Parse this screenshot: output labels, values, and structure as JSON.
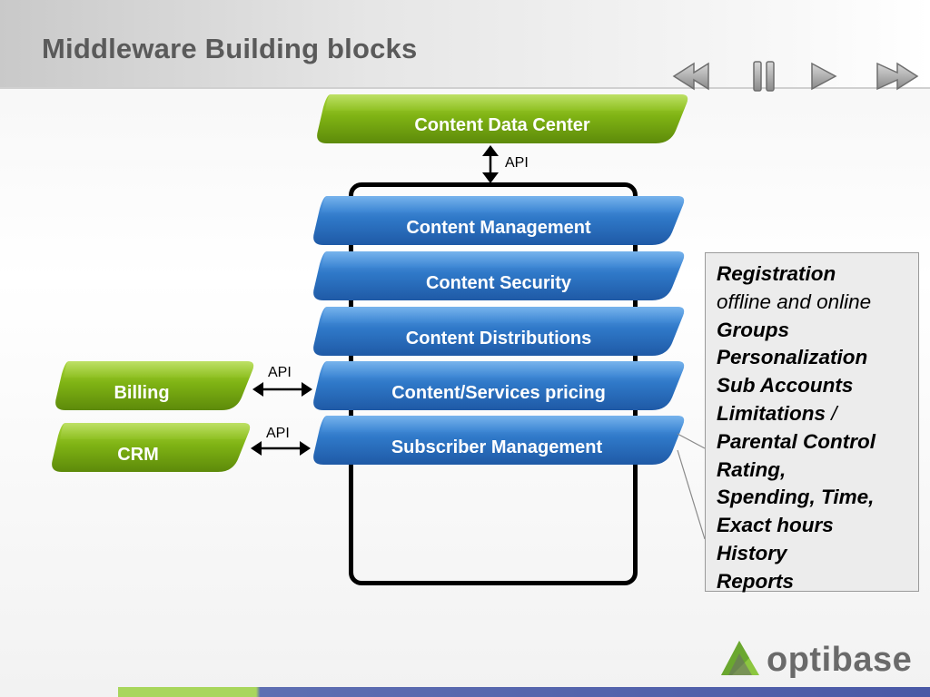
{
  "slide": {
    "title": "Middleware Building blocks"
  },
  "navigation": {
    "buttons": [
      {
        "name": "rewind-icon"
      },
      {
        "name": "pause-icon"
      },
      {
        "name": "play-icon"
      },
      {
        "name": "fast-forward-icon"
      }
    ]
  },
  "diagram": {
    "top_block": "Content Data Center",
    "stack": [
      "Content Management",
      "Content Security",
      "Content Distributions",
      "Content/Services pricing",
      "Subscriber Management"
    ],
    "side_blocks": [
      "Billing",
      "CRM"
    ],
    "api_labels": [
      "API",
      "API",
      "API"
    ],
    "colors": {
      "green": "#7fb314",
      "blue": "#2f78c8",
      "frame": "#000000"
    }
  },
  "callout": {
    "lines": [
      {
        "text": "Registration",
        "style": "bold"
      },
      {
        "text": "offline and online",
        "style": "normal"
      },
      {
        "text": "Groups",
        "style": "bold"
      },
      {
        "text": "Personalization",
        "style": "bold"
      },
      {
        "text": "Sub Accounts",
        "style": "bold"
      },
      {
        "text": "Limitations",
        "style": "bold",
        "suffix": " /"
      },
      {
        "text": "Parental Control",
        "style": "bold"
      },
      {
        "text": "Rating,",
        "style": "bold"
      },
      {
        "text": "Spending, Time,",
        "style": "bold"
      },
      {
        "text": "Exact hours",
        "style": "bold"
      },
      {
        "text": "History",
        "style": "bold"
      },
      {
        "text": "Reports",
        "style": "bold"
      }
    ]
  },
  "brand": {
    "logo_text": "optibase"
  }
}
